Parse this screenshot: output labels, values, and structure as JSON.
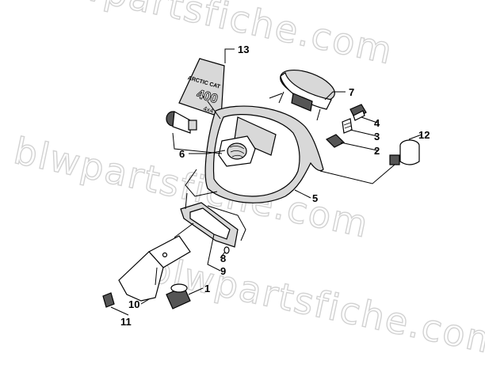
{
  "watermark": {
    "text": "blwpartsfiche.com"
  },
  "decal": {
    "brand": "ARCTIC CAT",
    "model": "400",
    "sub": "4x4"
  },
  "callouts": [
    {
      "id": "1",
      "label": "1"
    },
    {
      "id": "2",
      "label": "2"
    },
    {
      "id": "3",
      "label": "3"
    },
    {
      "id": "4",
      "label": "4"
    },
    {
      "id": "5",
      "label": "5"
    },
    {
      "id": "6",
      "label": "6"
    },
    {
      "id": "7",
      "label": "7"
    },
    {
      "id": "8",
      "label": "8"
    },
    {
      "id": "9",
      "label": "9"
    },
    {
      "id": "10",
      "label": "10"
    },
    {
      "id": "11",
      "label": "11"
    },
    {
      "id": "12",
      "label": "12"
    },
    {
      "id": "13",
      "label": "13"
    }
  ]
}
